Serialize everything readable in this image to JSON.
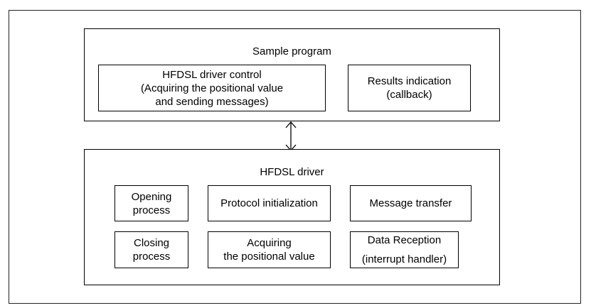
{
  "sample_program": {
    "title": "Sample program",
    "driver_control": {
      "line1": "HFDSL driver control",
      "line2": "(Acquiring the positional value",
      "line3": "and sending messages)"
    },
    "results_indication": {
      "line1": "Results indication",
      "line2": "(callback)"
    }
  },
  "hfdsl_driver": {
    "title": "HFDSL driver",
    "opening_process": {
      "line1": "Opening",
      "line2": "process"
    },
    "protocol_initialization": {
      "label": "Protocol initialization"
    },
    "message_transfer": {
      "label": "Message transfer"
    },
    "closing_process": {
      "line1": "Closing",
      "line2": "process"
    },
    "acquiring_positional_value": {
      "line1": "Acquiring",
      "line2": "the positional value"
    },
    "data_reception": {
      "line1": "Data Reception",
      "line2": "(interrupt handler)"
    }
  },
  "connector": {
    "style": "bidirectional-arrow",
    "color": "#000000"
  }
}
